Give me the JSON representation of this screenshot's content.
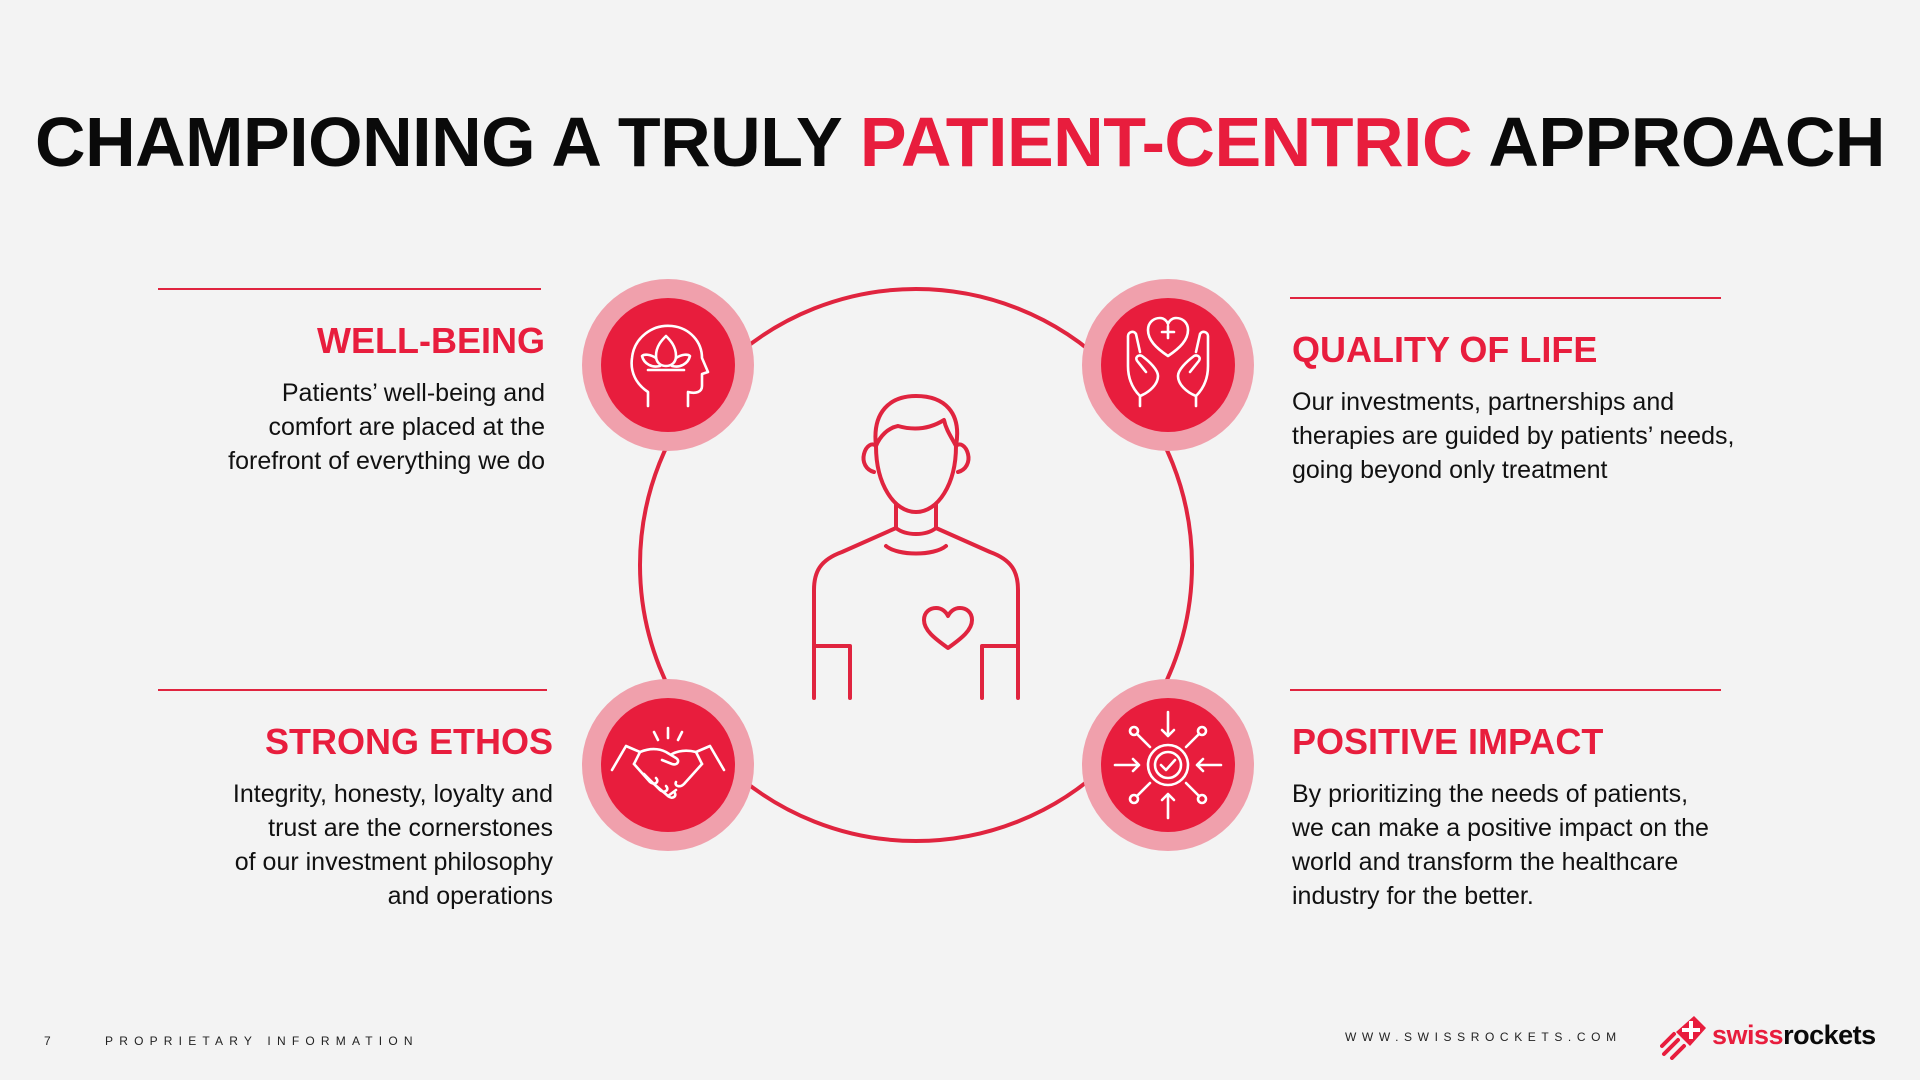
{
  "title": {
    "part1": "CHAMPIONING A TRULY ",
    "accent": "PATIENT-CENTRIC",
    "part2": " APPROACH"
  },
  "sections": {
    "wellbeing": {
      "heading": "WELL-BEING",
      "lines": [
        "Patients’ well-being and",
        "comfort are placed at the",
        "forefront of everything we do"
      ],
      "icon": "head-lotus-icon"
    },
    "quality": {
      "heading": "QUALITY OF LIFE",
      "lines": [
        "Our investments, partnerships and",
        "therapies are guided by patients’ needs,",
        "going beyond only treatment"
      ],
      "icon": "hands-heart-icon"
    },
    "ethos": {
      "heading": "STRONG ETHOS",
      "lines": [
        "Integrity, honesty, loyalty and",
        "trust are the cornerstones",
        "of our investment philosophy",
        "and operations"
      ],
      "icon": "handshake-icon"
    },
    "impact": {
      "heading": "POSITIVE IMPACT",
      "lines": [
        "By prioritizing the needs of patients,",
        "we can make a positive impact on the",
        "world and transform the healthcare",
        "industry for the better."
      ],
      "icon": "target-check-icon"
    }
  },
  "center_icon": "patient-heart-icon",
  "footer": {
    "page_number": "7",
    "proprietary": "PROPRIETARY INFORMATION",
    "website": "WWW.SWISSROCKETS.COM"
  },
  "logo": {
    "part1": "swiss",
    "part2": "rockets"
  },
  "colors": {
    "accent": "#e81d3d",
    "halo": "#f0a0ac",
    "background": "#f3f3f3",
    "text": "#111111"
  }
}
